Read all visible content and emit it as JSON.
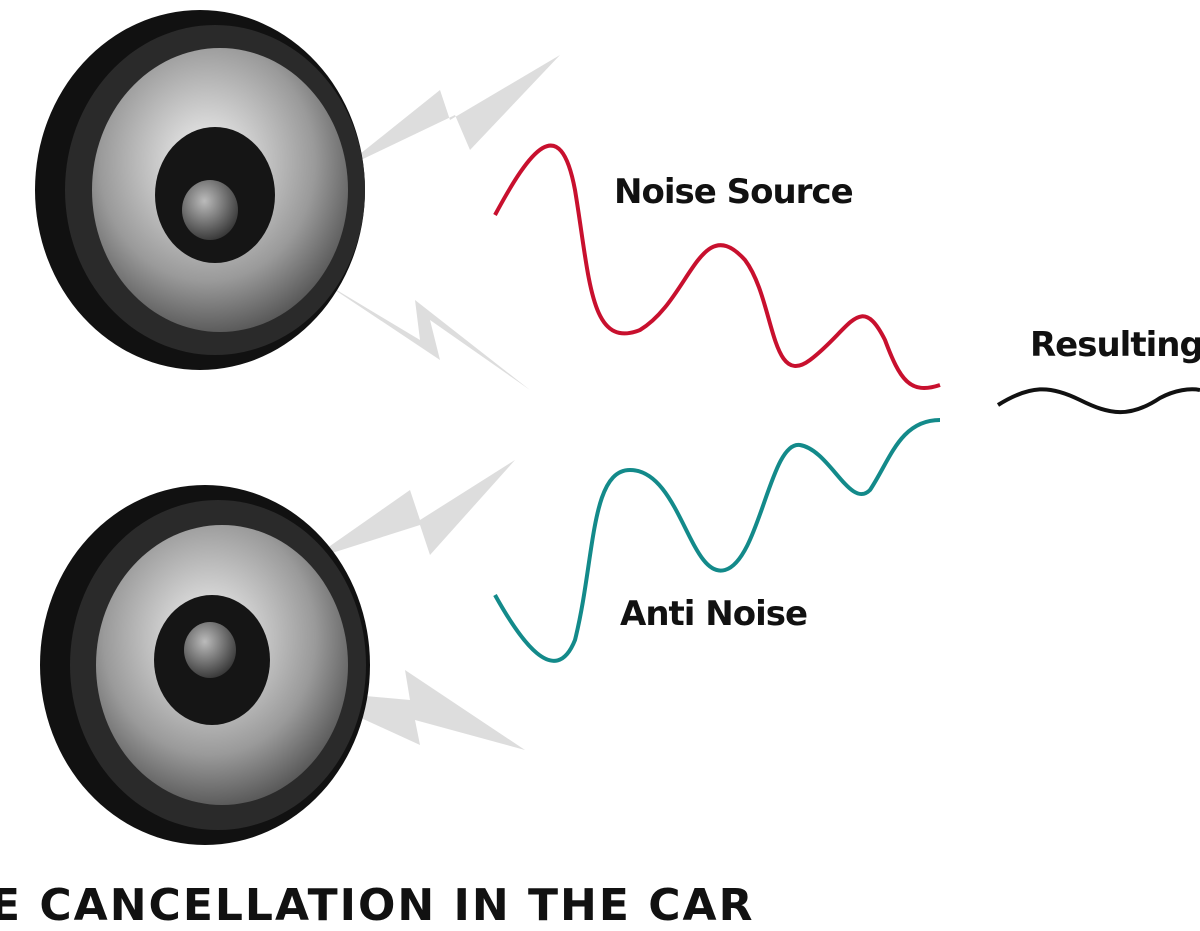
{
  "labels": {
    "noise_source": "Noise Source",
    "anti_noise": "Anti Noise",
    "resulting": "Resulting"
  },
  "caption": "E CANCELLATION IN THE CAR",
  "colors": {
    "noise_wave": "#c8102e",
    "anti_noise_wave": "#138a8a",
    "resulting_wave": "#111111",
    "sound_bolts": "#d8d8d8"
  },
  "icons": [
    "speaker-icon",
    "speaker-icon",
    "sound-wave-bolt-icon"
  ]
}
